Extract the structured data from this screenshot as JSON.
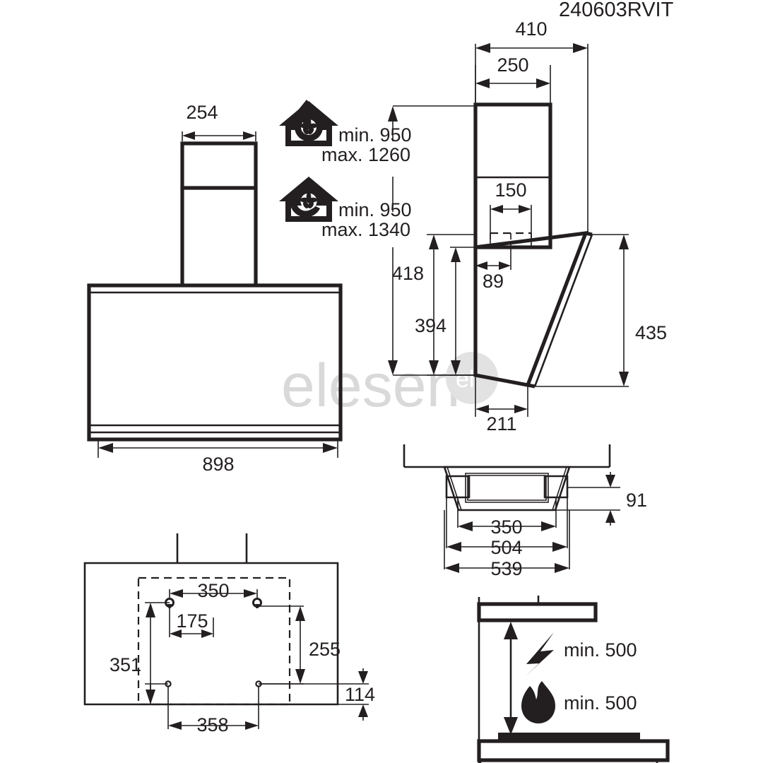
{
  "sheet": {
    "title": "240603RVIT",
    "watermark": "elesen"
  },
  "front_view": {
    "name": "front-elevation",
    "dims": {
      "chimney_width": "254",
      "body_width": "898"
    }
  },
  "mode_notes": [
    {
      "icon": "house-exhaust-icon",
      "line1": "min. 950",
      "line2": "max. 1260"
    },
    {
      "icon": "house-recirculation-icon",
      "line1": "min. 950",
      "line2": "max. 1340"
    }
  ],
  "side_view": {
    "name": "side-elevation",
    "dims": {
      "depth_total": "410",
      "chimney_depth": "250",
      "outlet_dia": "150",
      "canopy_height": "418",
      "body_height": "394",
      "back_offset": "89",
      "base_depth": "211",
      "front_height": "435"
    }
  },
  "top_view": {
    "name": "plan-view",
    "dims": {
      "bracket_spacing": "350",
      "inner_width": "504",
      "outer_width": "539",
      "depth_offset": "91"
    }
  },
  "template_view": {
    "name": "wall-mounting-template",
    "dims": {
      "hole_spacing_top": "350",
      "hole_offset": "175",
      "height_left": "351",
      "height_right": "255",
      "hole_spacing_bottom": "358",
      "bottom_offset": "114"
    }
  },
  "clearance_view": {
    "name": "hob-clearance-diagram",
    "items": [
      {
        "icon": "lightning-bolt-icon",
        "label": "min. 500"
      },
      {
        "icon": "flame-icon",
        "label": "min. 500"
      }
    ]
  },
  "colors": {
    "ink": "#231f20",
    "paper": "#ffffff",
    "watermark": "#d9d9d9"
  }
}
